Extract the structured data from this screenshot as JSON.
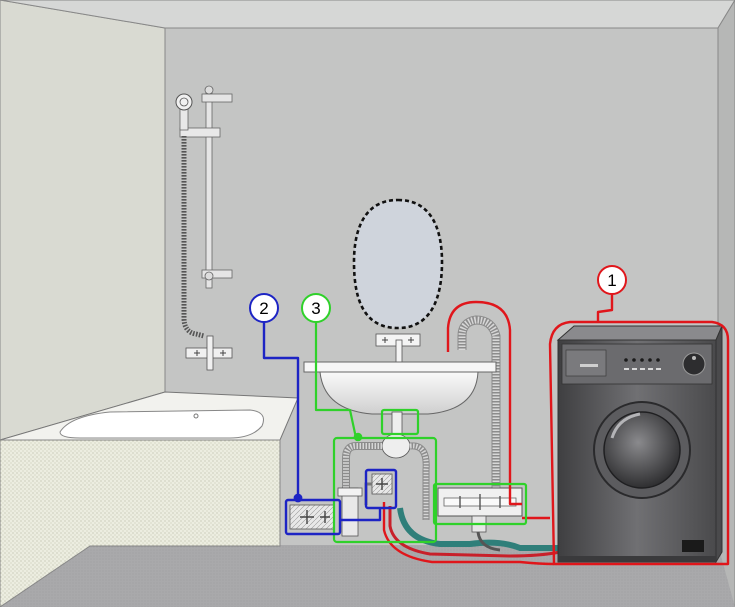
{
  "callouts": [
    {
      "label": "1",
      "color": "#e0161b"
    },
    {
      "label": "2",
      "color": "#1d24c4"
    },
    {
      "label": "3",
      "color": "#2fd12a"
    }
  ],
  "colors": {
    "wall": "#c8c9c8",
    "floor": "#a9a9ab",
    "tub_panel": "#ecede0",
    "washer_body": "#5a5a5c",
    "hose_teal": "#2f7f7a",
    "hose_red": "#c8202a"
  }
}
